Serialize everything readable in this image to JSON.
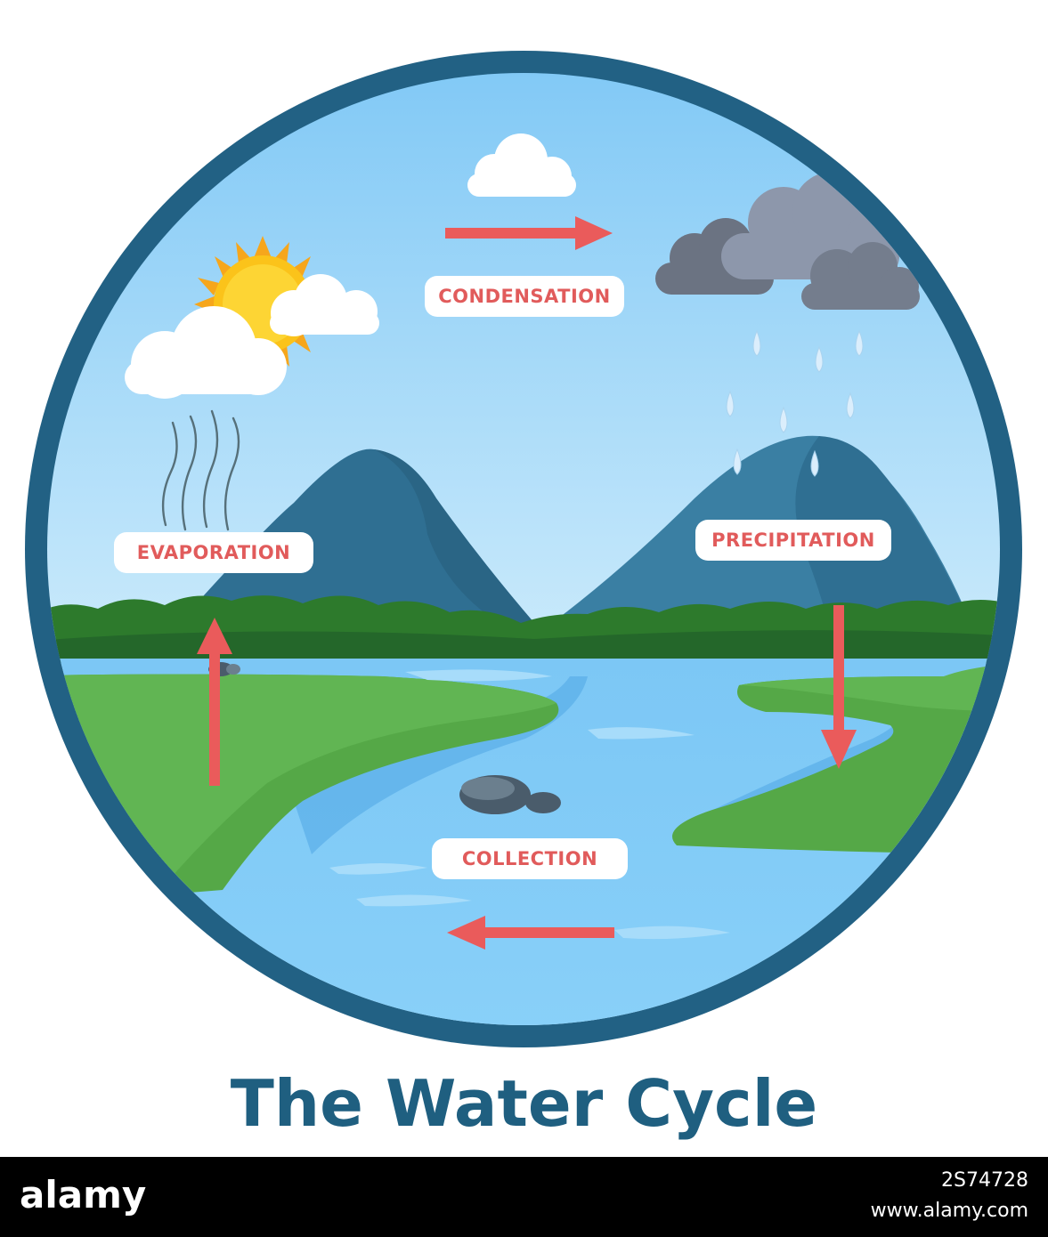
{
  "stages": {
    "condensation": "CONDENSATION",
    "evaporation": "EVAPORATION",
    "precipitation": "PRECIPITATION",
    "collection": "COLLECTION"
  },
  "title": "The Water Cycle",
  "footer": {
    "brand": "alamy",
    "image_id": "2S74728",
    "site": "www.alamy.com"
  },
  "colors": {
    "frame": "#226184",
    "sky": "#8fd0f7",
    "mountain": "#2f6f92",
    "forest": "#2d7a2c",
    "grass": "#55a847",
    "river": "#6dbcf2",
    "arrow": "#ea5b5b",
    "label_text": "#e15b5b",
    "title_text": "#1f5f80"
  }
}
